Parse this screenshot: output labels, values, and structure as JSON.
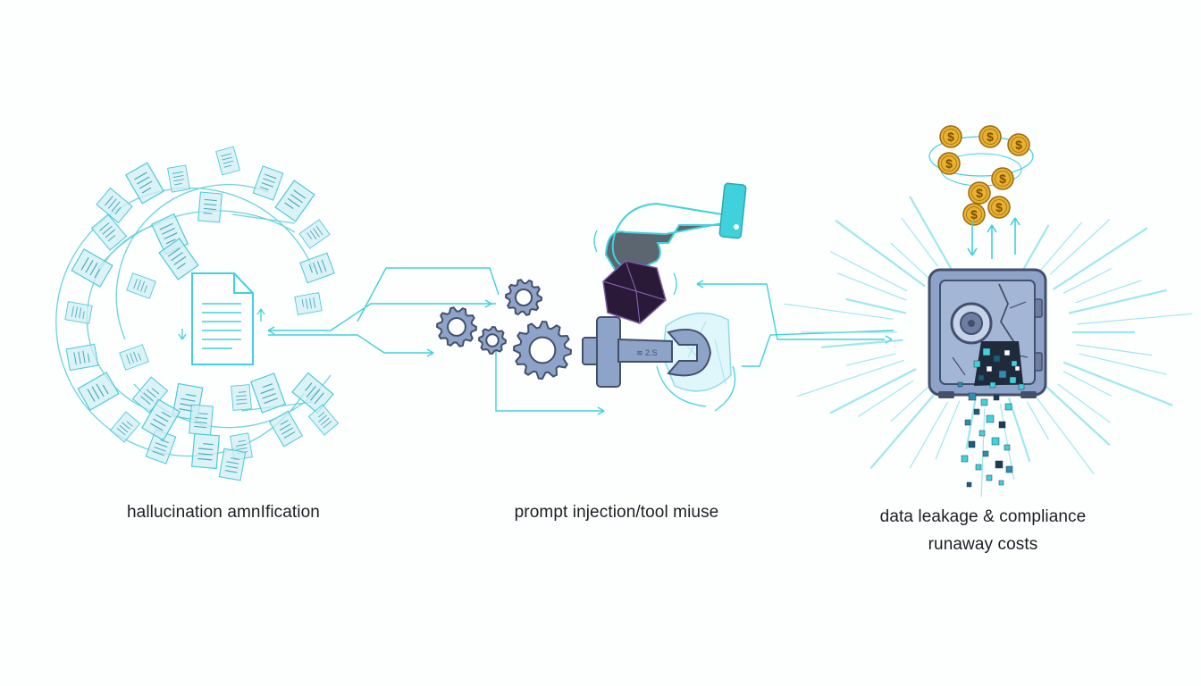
{
  "labels": {
    "hallucination": "hallucination amnIfication",
    "injection": "prompt injection/tool miuse",
    "leakage_line1": "data leakage & compliance",
    "leakage_line2": "runaway costs"
  },
  "icons": {
    "documents": "document-swirl-icon",
    "center_document": "document-icon",
    "gears": "gear-icon",
    "hand": "hand-icon",
    "cube": "cube-icon",
    "wrench": "wrench-icon",
    "shield": "shield-icon",
    "safe": "safe-icon",
    "coins": "dollar-coin-icon",
    "pixels": "data-pixel-icon"
  },
  "colors": {
    "accent_cyan": "#3fd2dc",
    "ink": "#1c1f24",
    "steel": "#8ea3c8",
    "steel_dark": "#43506d",
    "hand_gray": "#5b6670",
    "cube": "#2b1938",
    "coin": "#e9b22e",
    "doc_fill": "#cfeef4"
  },
  "coin_symbol": "$"
}
